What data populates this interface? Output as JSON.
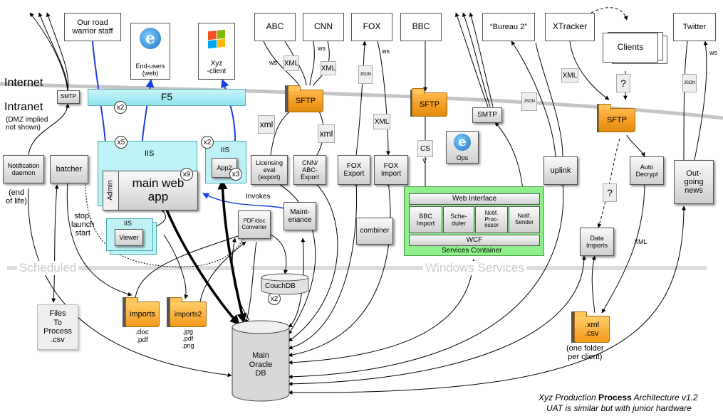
{
  "zones": {
    "internet": "Internet",
    "intranet": "Intranet",
    "dmz_note": "(DMZ implied\nnot shown)",
    "scheduled": "Scheduled",
    "windows_services": "Windows Services"
  },
  "top": {
    "road_warrior": "Our road\nwarrior staff",
    "end_users": "End-users\n(web)",
    "xyz_client": "Xyz\n-client",
    "abc": "ABC",
    "cnn": "CNN",
    "fox": "FOX",
    "bbc": "BBC",
    "bureau2": "“Bureau 2”",
    "xtracker": "XTracker",
    "clients": "Clients",
    "twitter": "Twitter"
  },
  "network": {
    "smtp_left": "SMTP",
    "f5": "F5",
    "smtp_right": "SMTP",
    "sftp": "SFTP"
  },
  "labels": {
    "ws": "ws",
    "xml": "XML",
    "xml_lower": "xml",
    "json": "JSON",
    "cs": "CS",
    "v": "V",
    "question": "?",
    "invokes": "Invokes",
    "iis": "IIS",
    "stop_launch": "stop,\nlaunch\nstart",
    "end_of_life": "(end\nof life)",
    "one_folder": "(one folder\nper client)"
  },
  "badges": {
    "x2": "x2",
    "x3": "x3",
    "x5": "x5",
    "x9": "x9"
  },
  "components": {
    "notification_daemon": "Notification\ndaemon",
    "batcher": "batcher",
    "admin": "Admin",
    "main_web_app": "main web\napp",
    "app2": "App2",
    "viewer": "Viewer",
    "licensing": "Licensing\neval\n(export)",
    "cnn_abc_export": "CNN/\nABC-\nExport",
    "fox_export": "FOX\nExport",
    "fox_import": "FOX\nImport",
    "ops": "Ops",
    "uplink": "uplink",
    "auto_decrypt": "Auto\nDecrypt",
    "outgoing_news": "Out-\ngoing\nnews",
    "maintenance": "Maint-\nenance",
    "pdf_converter": "PDF/doc\nConverter",
    "couchdb": "CouchDB",
    "combiner": "combiner",
    "data_imports": "Data\nImports",
    "files_to_process": "Files\nTo\nProcess\n.csv",
    "main_db": "Main\nOracle\nDB"
  },
  "services_container": {
    "web_interface": "Web Interface",
    "bbc_import": "BBC\nImport",
    "scheduler": "Sche-\nduler",
    "notif_processor": "Notif.\nProc-\nessor",
    "notif_sender": "Notif.\nSender",
    "wcf": "WCF",
    "title": "Services Container"
  },
  "folders": {
    "imports": "imports",
    "imports_exts": ".doc\n.pdf",
    "imports2": "imports2",
    "imports2_exts": ".jpg\n.pdf\n.png",
    "client_exts": ".xml\n.csv"
  },
  "caption": {
    "prefix": "Xyz Production ",
    "bold": "Process",
    "suffix": " Architecture v1.2",
    "line2": "UAT is similar but with junior hardware"
  },
  "colors": {
    "f5_fill": "#a8ecf2",
    "iis_fill": "#bff2f7",
    "services_fill": "#8ef08a",
    "sftp_fill": "#f5a021",
    "blue_link": "#1a3fe0"
  }
}
